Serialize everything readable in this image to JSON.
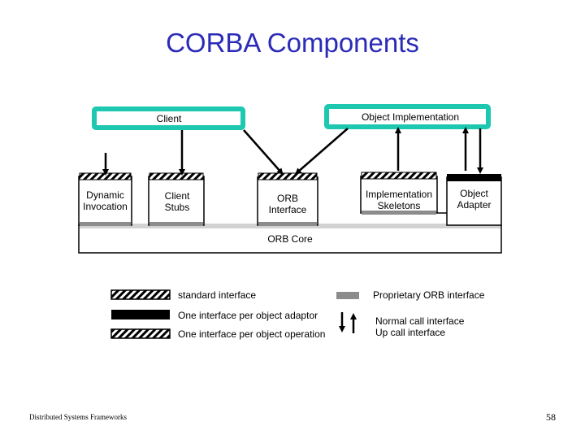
{
  "slide": {
    "title": "CORBA Components",
    "footer": "Distributed Systems Frameworks",
    "page_number": "58"
  },
  "diagram": {
    "client_label": "Client",
    "object_impl_label": "Object Implementation",
    "components": {
      "dynamic_invocation": "Dynamic Invocation",
      "client_stubs": "Client Stubs",
      "orb_interface": "ORB Interface",
      "implementation_skeletons": "Implementation Skeletons",
      "object_adapter": "Object Adapter"
    },
    "orb_core_label": "ORB Core"
  },
  "legend": {
    "standard_interface": "standard interface",
    "per_adaptor": "One interface per object adaptor",
    "per_operation": "One interface per object operation",
    "proprietary": "Proprietary ORB interface",
    "normal_call": "Normal call interface",
    "up_call": "Up call interface"
  },
  "colors": {
    "title": "#2b2bb8",
    "teal_border": "#1ec8b0",
    "gray_bar": "#8c8c8c",
    "orb_band": "#d2d2d2"
  }
}
